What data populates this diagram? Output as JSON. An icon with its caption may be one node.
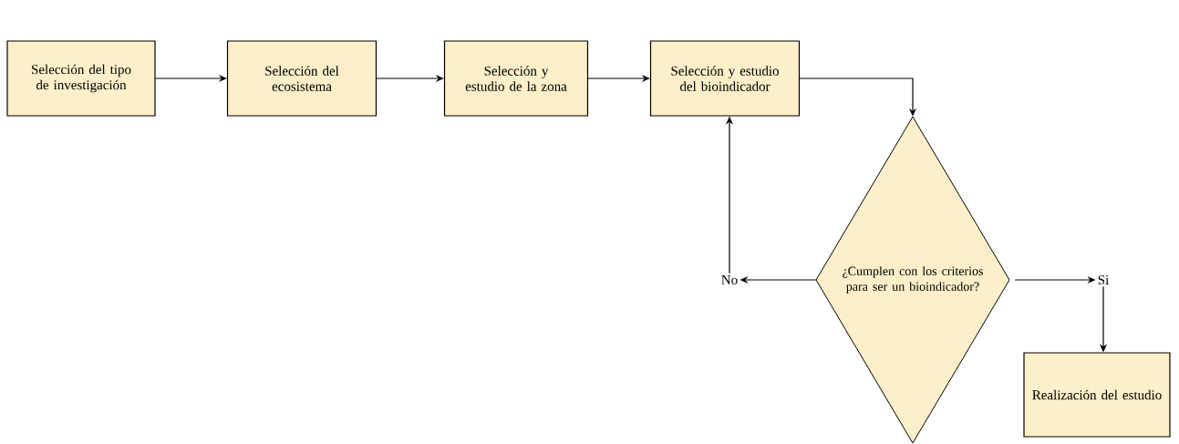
{
  "diagram": {
    "nodes": [
      {
        "text": [
          "Selección del tipo de investigación"
        ]
      },
      {
        "text": [
          "Selección del ecosistema"
        ]
      },
      {
        "text": [
          "Selección y estudio de la zona"
        ]
      },
      {
        "text": [
          "Selección y estudio del bioindicador"
        ]
      },
      {
        "text": [
          "¿Cumplen con los criterios para ser un bioindicador?"
        ]
      },
      {
        "text": [
          "No"
        ]
      },
      {
        "text": [
          "Si"
        ]
      },
      {
        "text": [
          "Realización del estudio"
        ]
      }
    ],
    "edges": [
      {
        "from": 0,
        "to": 1,
        "arrow": "to"
      },
      {
        "from": 1,
        "to": 2,
        "arrow": "to"
      },
      {
        "from": 2,
        "to": 3,
        "arrow": "to"
      },
      {
        "from": 3,
        "to": 4,
        "arrow": "to"
      },
      {
        "from": 4,
        "to": 5,
        "arrow": "to"
      },
      {
        "from": 5,
        "to": 3,
        "arrow": "to"
      },
      {
        "from": 4,
        "to": 6,
        "arrow": "to"
      },
      {
        "from": 6,
        "to": 7,
        "arrow": "to"
      }
    ]
  }
}
